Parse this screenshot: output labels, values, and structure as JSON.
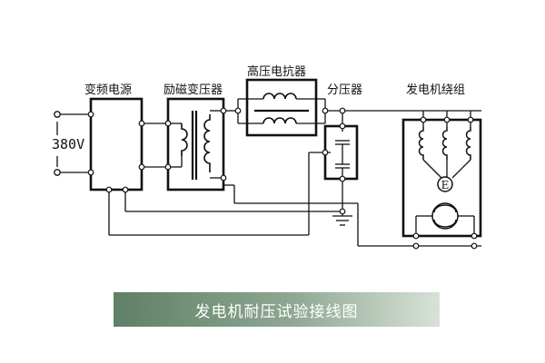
{
  "labels": {
    "converter": "变频电源",
    "exciter": "励磁变压器",
    "reactor": "高压电抗器",
    "divider": "分压器",
    "winding": "发电机绕组"
  },
  "input_voltage": "380V",
  "caption": "发电机耐压试验接线图",
  "marker_e": "E",
  "colors": {
    "line": "#111111",
    "caption_bg_start": "#5f7f66",
    "caption_bg_end": "#d8e2d8",
    "caption_text": "#ffffff"
  }
}
